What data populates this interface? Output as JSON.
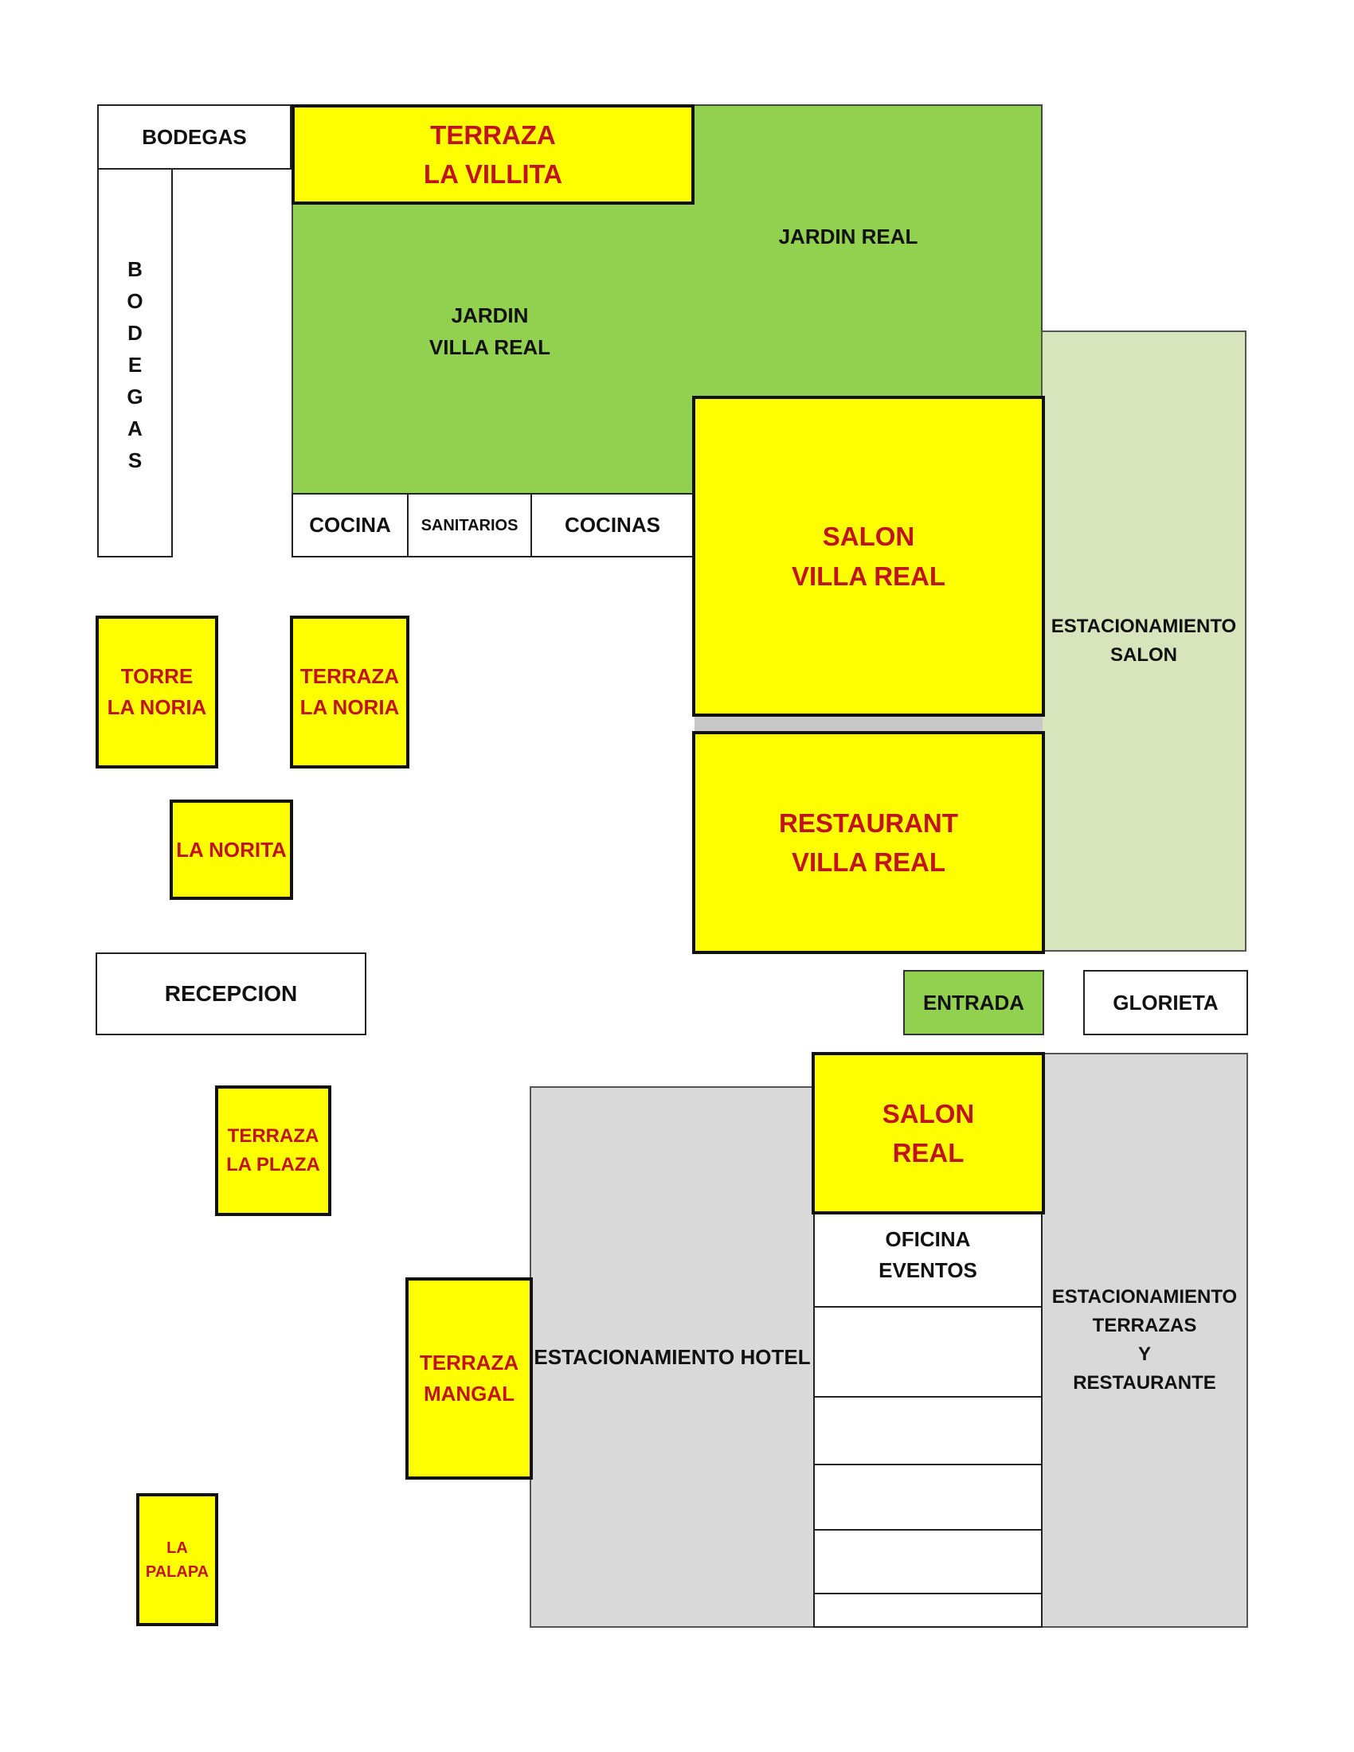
{
  "areas": {
    "bodegas_top": "BODEGAS",
    "bodegas_vertical": "B\nO\nD\nE\nG\nA\nS",
    "terraza_la_villita": "TERRAZA\nLA VILLITA",
    "jardin_real": "JARDIN REAL",
    "jardin_villa_real": "JARDIN\nVILLA REAL",
    "cocina": "COCINA",
    "sanitarios": "SANITARIOS",
    "cocinas": "COCINAS",
    "salon_villa_real": "SALON\nVILLA REAL",
    "estacionamiento_salon": "ESTACIONAMIENTO\nSALON",
    "torre_la_noria": "TORRE\nLA NORIA",
    "terraza_la_noria": "TERRAZA\nLA NORIA",
    "la_norita": "LA NORITA",
    "restaurant_villa_real": "RESTAURANT\nVILLA REAL",
    "recepcion": "RECEPCION",
    "entrada": "ENTRADA",
    "glorieta": "GLORIETA",
    "salon_real": "SALON\nREAL",
    "terraza_la_plaza": "TERRAZA\nLA PLAZA",
    "oficina_eventos": "OFICINA\nEVENTOS",
    "estacionamiento_hotel": "ESTACIONAMIENTO HOTEL",
    "estacionamiento_terrazas": "ESTACIONAMIENTO\nTERRAZAS\nY\nRESTAURANTE",
    "terraza_mangal": "TERRAZA\nMANGAL",
    "la_palapa": "LA\nPALAPA"
  },
  "colors": {
    "event_space": "#ffff00",
    "event_label": "#c0141c",
    "garden": "#92d050",
    "parking_salon": "#d7e4bc",
    "parking_grey": "#d9d9d9"
  }
}
